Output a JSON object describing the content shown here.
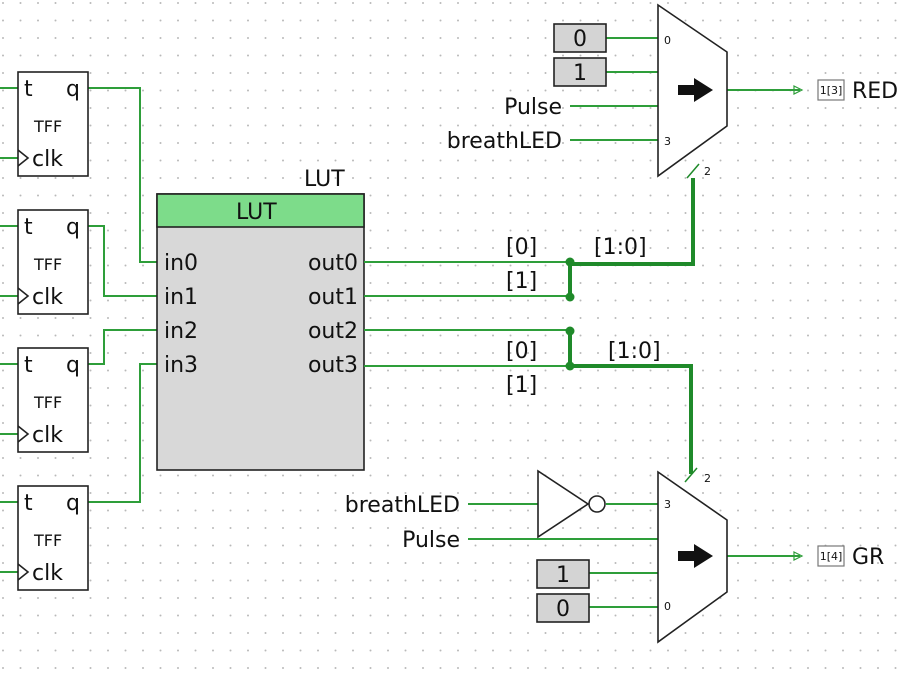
{
  "tff_blocks": [
    {
      "t": "t",
      "q": "q",
      "name": "TFF",
      "clk": "clk"
    },
    {
      "t": "t",
      "q": "q",
      "name": "TFF",
      "clk": "clk"
    },
    {
      "t": "t",
      "q": "q",
      "name": "TFF",
      "clk": "clk"
    },
    {
      "t": "t",
      "q": "q",
      "name": "TFF",
      "clk": "clk"
    }
  ],
  "lut": {
    "caption": "LUT",
    "header": "LUT",
    "inputs": [
      "in0",
      "in1",
      "in2",
      "in3"
    ],
    "outputs": [
      "out0",
      "out1",
      "out2",
      "out3"
    ]
  },
  "bus_top": {
    "bit0": "[0]",
    "bit1": "[1]",
    "range": "[1:0]"
  },
  "bus_bottom": {
    "bit0": "[0]",
    "bit1": "[1]",
    "range": "[1:0]"
  },
  "mux_top": {
    "const0": "0",
    "const1": "1",
    "signal2": "Pulse",
    "signal3": "breathLED",
    "pin0": "0",
    "pin3": "3",
    "sel_width": "2",
    "output_tag": "1[3]",
    "output_label": "RED"
  },
  "mux_bottom": {
    "signal3": "breathLED",
    "signal2": "Pulse",
    "const1": "1",
    "const0": "0",
    "pin3": "3",
    "pin0": "0",
    "sel_width": "2",
    "output_tag": "1[4]",
    "output_label": "GR"
  },
  "colors": {
    "wire": "#2e9e3a",
    "lut_header": "#7ddc8a",
    "lut_body": "#d8d8d8",
    "const_fill": "#d4d4d4"
  }
}
